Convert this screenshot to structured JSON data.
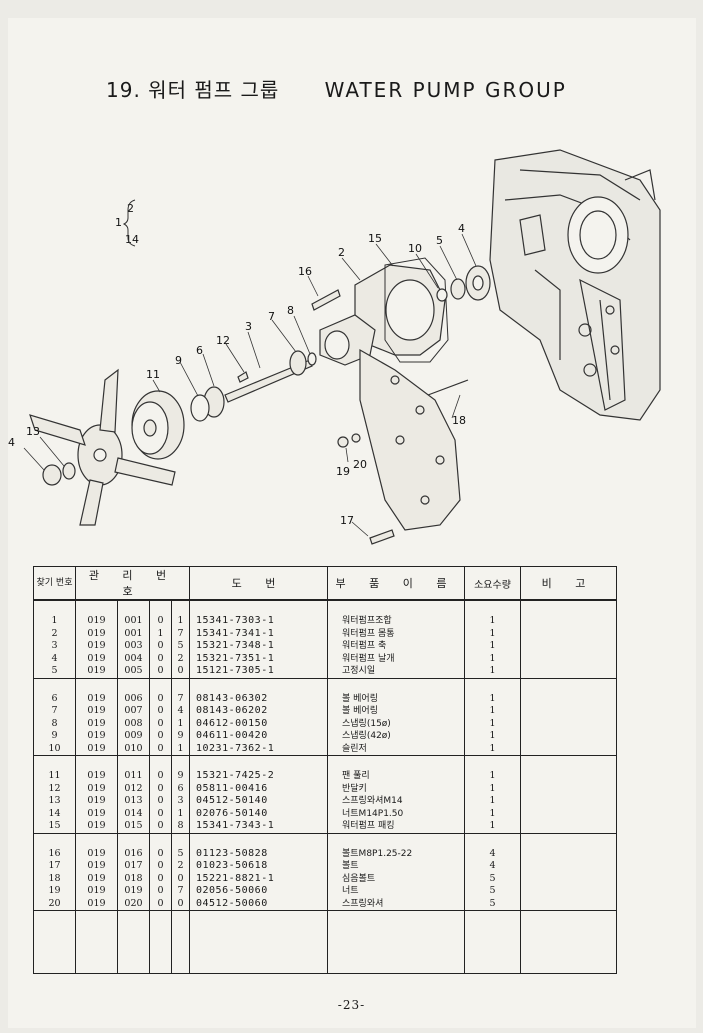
{
  "title": {
    "number": "19.",
    "korean": "워터 펌프 그룹",
    "english": "WATER PUMP GROUP"
  },
  "diagram": {
    "callouts": [
      "1",
      "2",
      "14",
      "2",
      "3",
      "4",
      "4",
      "5",
      "6",
      "7",
      "8",
      "9",
      "10",
      "11",
      "12",
      "13",
      "15",
      "16",
      "17",
      "18",
      "19",
      "20"
    ]
  },
  "table": {
    "headers": {
      "ref": "찾기 번호",
      "mgmt": "관 리 번 호",
      "drawing": "도 번",
      "name": "부 품 이 름",
      "qty": "소요수량",
      "remarks": "비 고"
    },
    "groups": [
      [
        {
          "ref": "1",
          "a": "019",
          "b": "001",
          "c": "0",
          "d": "1",
          "part": "15341-7303-1",
          "name": "워터펌프조합",
          "qty": "1"
        },
        {
          "ref": "2",
          "a": "019",
          "b": "001",
          "c": "1",
          "d": "7",
          "part": "15341-7341-1",
          "name": "워터펌프 몸통",
          "qty": "1"
        },
        {
          "ref": "3",
          "a": "019",
          "b": "003",
          "c": "0",
          "d": "5",
          "part": "15321-7348-1",
          "name": "워터펌프 축",
          "qty": "1"
        },
        {
          "ref": "4",
          "a": "019",
          "b": "004",
          "c": "0",
          "d": "2",
          "part": "15321-7351-1",
          "name": "워터펌프 날개",
          "qty": "1"
        },
        {
          "ref": "5",
          "a": "019",
          "b": "005",
          "c": "0",
          "d": "0",
          "part": "15121-7305-1",
          "name": "고정시일",
          "qty": "1"
        }
      ],
      [
        {
          "ref": "6",
          "a": "019",
          "b": "006",
          "c": "0",
          "d": "7",
          "part": "08143-06302",
          "name": "볼 베어링",
          "qty": "1"
        },
        {
          "ref": "7",
          "a": "019",
          "b": "007",
          "c": "0",
          "d": "4",
          "part": "08143-06202",
          "name": "볼 베어링",
          "qty": "1"
        },
        {
          "ref": "8",
          "a": "019",
          "b": "008",
          "c": "0",
          "d": "1",
          "part": "04612-00150",
          "name": "스냅링(15ø)",
          "qty": "1"
        },
        {
          "ref": "9",
          "a": "019",
          "b": "009",
          "c": "0",
          "d": "9",
          "part": "04611-00420",
          "name": "스냅링(42ø)",
          "qty": "1"
        },
        {
          "ref": "10",
          "a": "019",
          "b": "010",
          "c": "0",
          "d": "1",
          "part": "10231-7362-1",
          "name": "슬린저",
          "qty": "1"
        }
      ],
      [
        {
          "ref": "11",
          "a": "019",
          "b": "011",
          "c": "0",
          "d": "9",
          "part": "15321-7425-2",
          "name": "팬 풀리",
          "qty": "1"
        },
        {
          "ref": "12",
          "a": "019",
          "b": "012",
          "c": "0",
          "d": "6",
          "part": "05811-00416",
          "name": "반달키",
          "qty": "1"
        },
        {
          "ref": "13",
          "a": "019",
          "b": "013",
          "c": "0",
          "d": "3",
          "part": "04512-50140",
          "name": "스프링와셔M14",
          "qty": "1"
        },
        {
          "ref": "14",
          "a": "019",
          "b": "014",
          "c": "0",
          "d": "1",
          "part": "02076-50140",
          "name": "너트M14P1.50",
          "qty": "1"
        },
        {
          "ref": "15",
          "a": "019",
          "b": "015",
          "c": "0",
          "d": "8",
          "part": "15341-7343-1",
          "name": "워터펌프 패킹",
          "qty": "1"
        }
      ],
      [
        {
          "ref": "16",
          "a": "019",
          "b": "016",
          "c": "0",
          "d": "5",
          "part": "01123-50828",
          "name": "볼트M8P1.25-22",
          "qty": "4"
        },
        {
          "ref": "17",
          "a": "019",
          "b": "017",
          "c": "0",
          "d": "2",
          "part": "01023-50618",
          "name": "볼트",
          "qty": "4"
        },
        {
          "ref": "18",
          "a": "019",
          "b": "018",
          "c": "0",
          "d": "0",
          "part": "15221-8821-1",
          "name": "심음볼트",
          "qty": "5"
        },
        {
          "ref": "19",
          "a": "019",
          "b": "019",
          "c": "0",
          "d": "7",
          "part": "02056-50060",
          "name": "너트",
          "qty": "5"
        },
        {
          "ref": "20",
          "a": "019",
          "b": "020",
          "c": "0",
          "d": "0",
          "part": "04512-50060",
          "name": "스프링와셔",
          "qty": "5"
        }
      ]
    ]
  },
  "footer": {
    "page": "-23-"
  }
}
